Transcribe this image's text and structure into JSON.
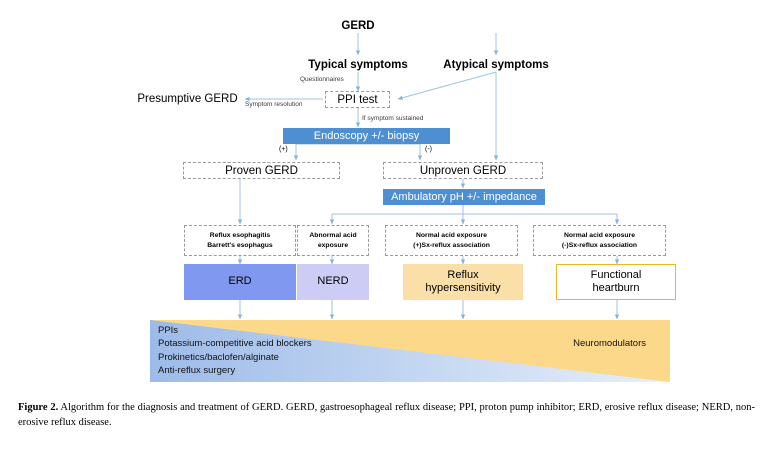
{
  "figure": {
    "root": {
      "label": "GERD"
    },
    "branches": [
      {
        "label": "Typical symptoms"
      },
      {
        "label": "Atypical symptoms"
      }
    ],
    "edge_labels": {
      "questionnaires": "Questionnaires",
      "symptom_resolution": "Symptom resolution",
      "if_symptom_sustained": "If symptom sustained",
      "endoscopy_positive": "(+)",
      "endoscopy_negative": "(-)"
    },
    "nodes": {
      "presumptive": "Presumptive GERD",
      "ppi_test": "PPI test",
      "endoscopy": "Endoscopy +/- biopsy",
      "proven": "Proven GERD",
      "unproven": "Unproven GERD",
      "ambulatory": "Ambulatory pH +/- impedance"
    },
    "findings": [
      {
        "line1": "Reflux esophagitis",
        "line2": "Barrett's esophagus"
      },
      {
        "line1": "Abnormal acid",
        "line2": "exposure"
      },
      {
        "line1": "Normal acid exposure",
        "line2": "(+)Sx-reflux association"
      },
      {
        "line1": "Normal acid exposure",
        "line2": "(-)Sx-reflux association"
      }
    ],
    "outcomes": [
      {
        "line1": "ERD",
        "line2": "",
        "color": "#8098f0"
      },
      {
        "line1": "NERD",
        "line2": "",
        "color": "#ccccf5"
      },
      {
        "line1": "Reflux",
        "line2": "hypersensitivity",
        "color": "#fadfa8"
      },
      {
        "line1": "Functional",
        "line2": "heartburn",
        "color": "#ffffff"
      }
    ],
    "treatment_band": {
      "left_lines": [
        "PPIs",
        "Potassium-competitive acid blockers",
        "Prokinetics/baclofen/alginate",
        "Anti-reflux surgery"
      ],
      "right_label": "Neuromodulators",
      "gradient_left_color": "#9dbbe8",
      "gradient_right_color": "#fcd98a"
    },
    "colors": {
      "process_blue": "#4e8fd1",
      "connector_blue": "#9dc3e6",
      "functional_border": "#f0b429"
    }
  },
  "caption": {
    "prefix": "Figure 2.",
    "text": " Algorithm for the diagnosis and treatment of GERD. GERD, gastroesophageal reflux disease; PPI, proton pump inhibitor; ERD, erosive reflux disease; NERD, non-erosive reflux disease."
  }
}
